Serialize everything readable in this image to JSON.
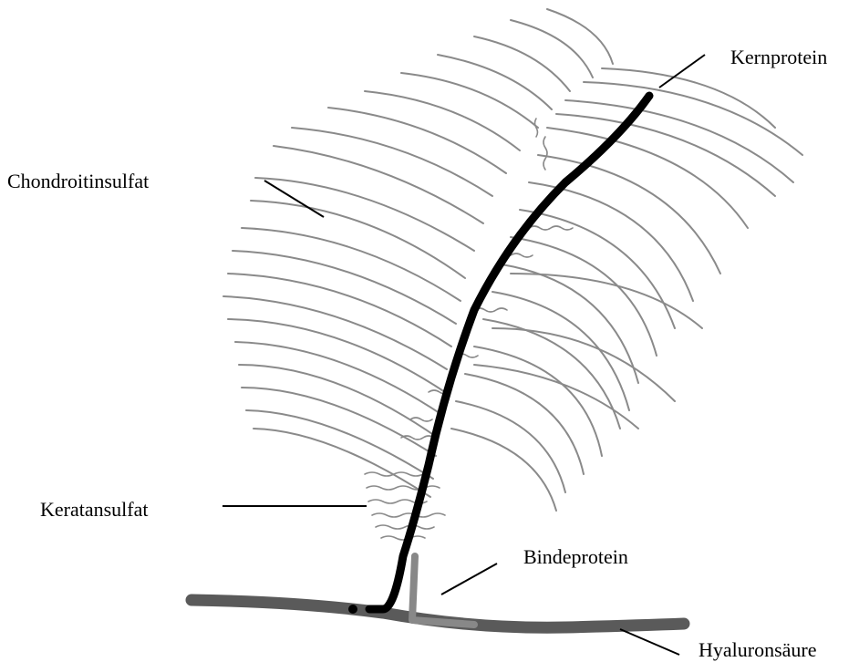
{
  "labels": {
    "core_protein": "Kernprotein",
    "chondroitin_sulfate": "Chondroitinsulfat",
    "keratan_sulfate": "Keratansulfat",
    "link_protein": "Bindeprotein",
    "hyaluronic_acid": "Hyaluronsäure"
  },
  "colors": {
    "core_protein": "#000000",
    "chondroitin_strands": "#8a8a8a",
    "link_protein": "#888888",
    "hyaluronic_acid": "#5a5a5a",
    "leader_lines": "#000000"
  }
}
